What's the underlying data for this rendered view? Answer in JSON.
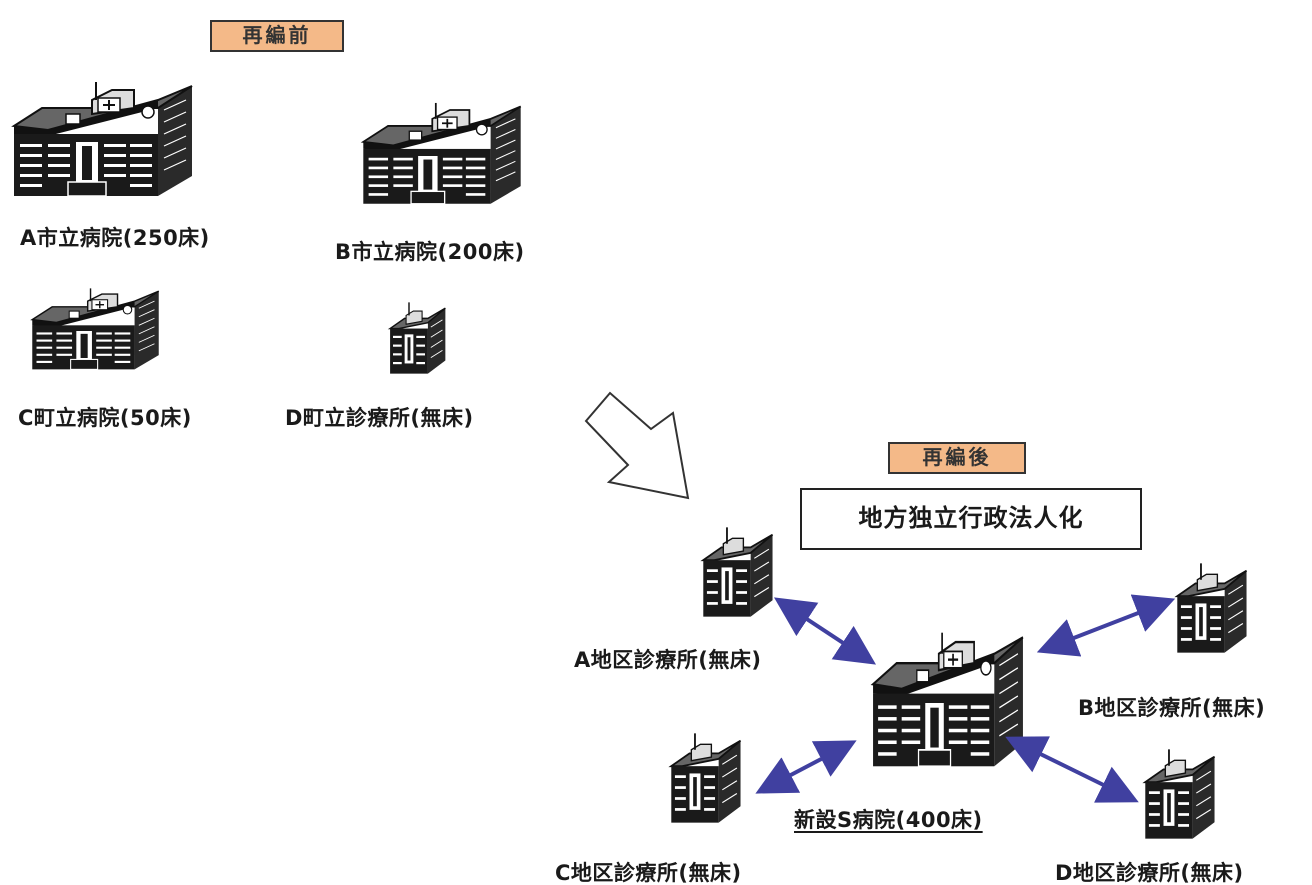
{
  "before": {
    "tag": "再編前",
    "hospitals": [
      {
        "label": "A市立病院(250床)"
      },
      {
        "label": "B市立病院(200床)"
      },
      {
        "label": "C町立病院(50床)"
      },
      {
        "label": "D町立診療所(無床)"
      }
    ]
  },
  "after": {
    "tag": "再編後",
    "title": "地方独立行政法人化",
    "center_hospital": "新設S病院(400床)",
    "clinics": [
      {
        "label": "A地区診療所(無床)"
      },
      {
        "label": "B地区診療所(無床)"
      },
      {
        "label": "C地区診療所(無床)"
      },
      {
        "label": "D地区診療所(無床)"
      }
    ]
  },
  "colors": {
    "tag_fill": "#f4b988",
    "link_arrow": "#4040a0",
    "building": "#1a1a1a"
  },
  "icons": {
    "hospital": "hospital-building-icon",
    "clinic": "clinic-building-icon",
    "transition": "hollow-arrow-down-right-icon"
  }
}
